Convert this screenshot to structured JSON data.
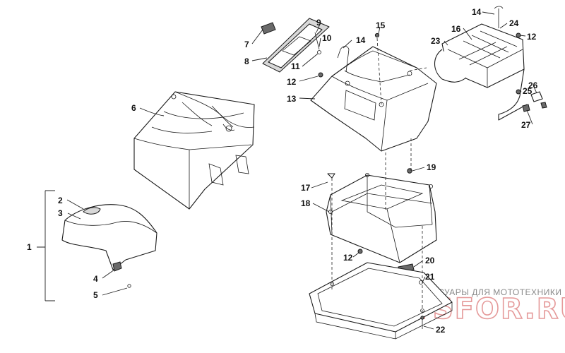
{
  "diagram": {
    "callouts": [
      {
        "id": "c1",
        "label": "1"
      },
      {
        "id": "c2",
        "label": "2"
      },
      {
        "id": "c3",
        "label": "3"
      },
      {
        "id": "c4",
        "label": "4"
      },
      {
        "id": "c5",
        "label": "5"
      },
      {
        "id": "c6",
        "label": "6"
      },
      {
        "id": "c7",
        "label": "7"
      },
      {
        "id": "c8",
        "label": "8"
      },
      {
        "id": "c9",
        "label": "9"
      },
      {
        "id": "c10",
        "label": "10"
      },
      {
        "id": "c11",
        "label": "11"
      },
      {
        "id": "c12a",
        "label": "12"
      },
      {
        "id": "c12b",
        "label": "12"
      },
      {
        "id": "c12c",
        "label": "12"
      },
      {
        "id": "c13",
        "label": "13"
      },
      {
        "id": "c14a",
        "label": "14"
      },
      {
        "id": "c14b",
        "label": "14"
      },
      {
        "id": "c15",
        "label": "15"
      },
      {
        "id": "c16",
        "label": "16"
      },
      {
        "id": "c17",
        "label": "17"
      },
      {
        "id": "c18",
        "label": "18"
      },
      {
        "id": "c19",
        "label": "19"
      },
      {
        "id": "c20",
        "label": "20"
      },
      {
        "id": "c21",
        "label": "21"
      },
      {
        "id": "c22",
        "label": "22"
      },
      {
        "id": "c23",
        "label": "23"
      },
      {
        "id": "c24",
        "label": "24"
      },
      {
        "id": "c25",
        "label": "25"
      },
      {
        "id": "c26",
        "label": "26"
      },
      {
        "id": "c27",
        "label": "27"
      }
    ]
  },
  "watermark": {
    "tagline": "ЗАПЧАСТИ И АКСЕССУАРЫ ДЛЯ МОТОТЕХНИКИ",
    "logo": "PARTSFOR.RU"
  }
}
